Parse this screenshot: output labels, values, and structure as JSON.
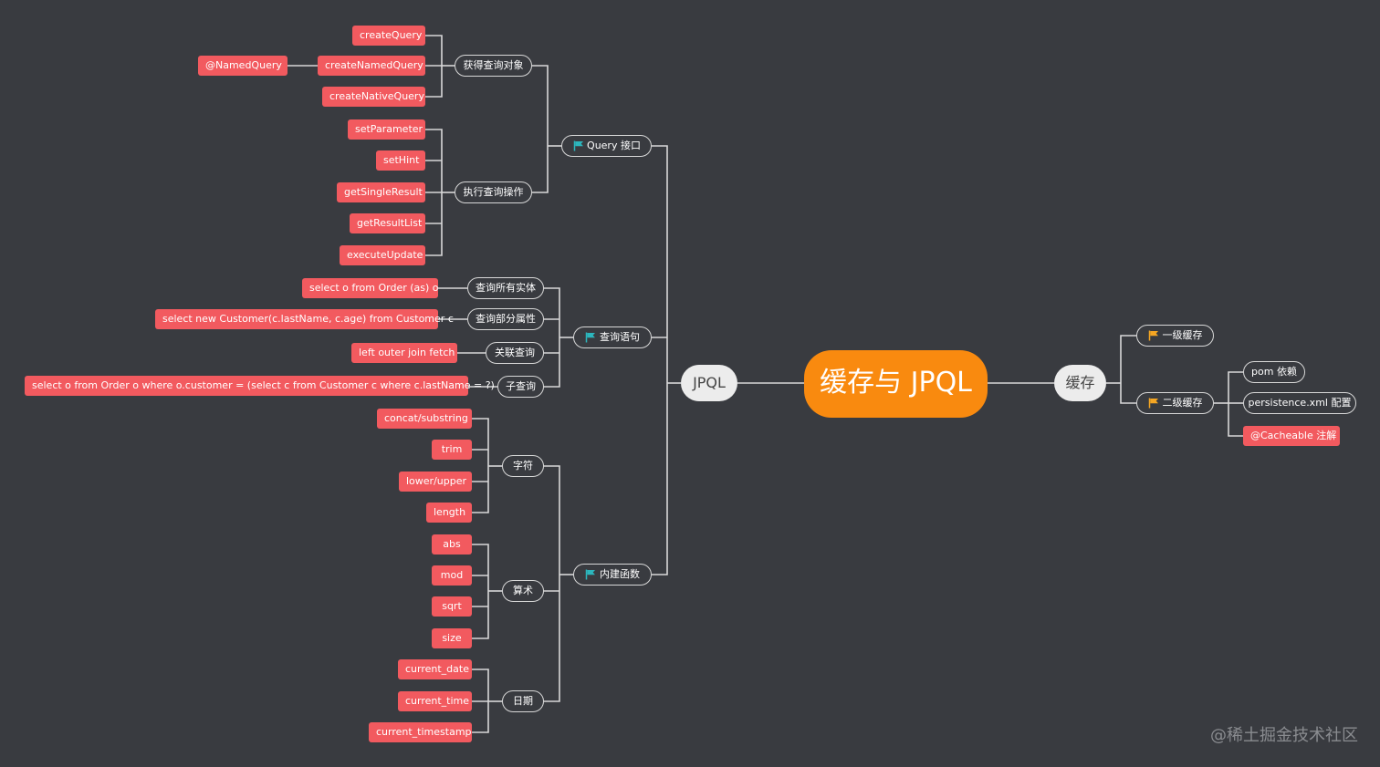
{
  "root": {
    "label": "缓存与 JPQL",
    "color": "#f98a0f"
  },
  "jpql": {
    "label": "JPQL",
    "query_iface": {
      "label": "Query 接口",
      "obtain": {
        "label": "获得查询对象",
        "items": [
          "createQuery",
          "createNamedQuery",
          "createNativeQuery"
        ],
        "named_query": "@NamedQuery"
      },
      "execute": {
        "label": "执行查询操作",
        "items": [
          "setParameter",
          "setHint",
          "getSingleResult",
          "getResultList",
          "executeUpdate"
        ]
      }
    },
    "statements": {
      "label": "查询语句",
      "groups": [
        {
          "label": "查询所有实体",
          "example": "select o from Order (as) o"
        },
        {
          "label": "查询部分属性",
          "example": "select new Customer(c.lastName, c.age) from Customer c"
        },
        {
          "label": "关联查询",
          "example": "left outer join fetch"
        },
        {
          "label": "子查询",
          "example": "select o from Order o where o.customer = (select c from Customer c where c.lastName = ?)"
        }
      ]
    },
    "functions": {
      "label": "内建函数",
      "string": {
        "label": "字符",
        "items": [
          "concat/substring",
          "trim",
          "lower/upper",
          "length"
        ]
      },
      "math": {
        "label": "算术",
        "items": [
          "abs",
          "mod",
          "sqrt",
          "size"
        ]
      },
      "date": {
        "label": "日期",
        "items": [
          "current_date",
          "current_time",
          "current_timestamp"
        ]
      }
    }
  },
  "cache": {
    "label": "缓存",
    "level1": {
      "label": "一级缓存"
    },
    "level2": {
      "label": "二级缓存",
      "items": [
        "pom 依赖",
        "persistence.xml 配置",
        "@Cacheable 注解"
      ]
    }
  },
  "watermark": "@稀土掘金技术社区",
  "colors": {
    "leaf": "#f25a5f",
    "flag_teal": "#2cb6bd",
    "flag_orange": "#f5a623",
    "line": "#d8d8d8",
    "background": "#393b40"
  }
}
